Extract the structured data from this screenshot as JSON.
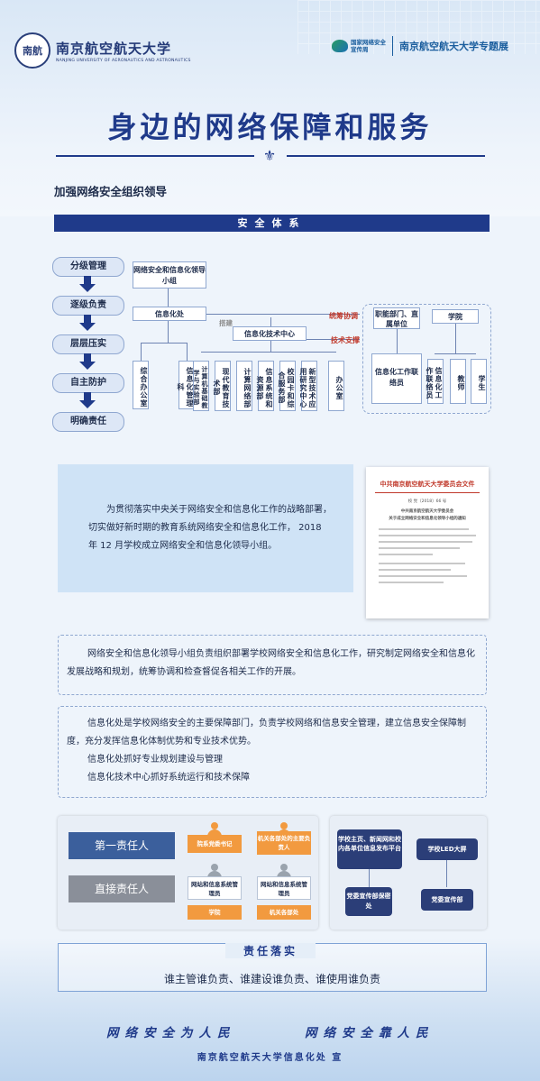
{
  "header": {
    "university_cn": "南京航空航天大学",
    "university_en": "NANJING UNIVERSITY OF AERONAUTICS AND ASTRONAUTICS",
    "seal_text": "南航",
    "org_logo_text_1": "国家网络安全",
    "org_logo_text_2": "宣传周",
    "special_exhibit": "南京航空航天大学专题展"
  },
  "title": "身边的网络保障和服务",
  "section_heading": "加强网络安全组织领导",
  "band_label": "安全体系",
  "diagram": {
    "pills": [
      "分级管理",
      "逐级负责",
      "层层压实",
      "自主防护",
      "明确责任"
    ],
    "leading_group": "网络安全和信息化领导小组",
    "info_office": "信息化处",
    "tech_center": "信息化技术中心",
    "lead_label": "搭建",
    "coord_label": "统筹协调",
    "support_label": "技术支撑",
    "functional_dept": "职能部门、直属单位",
    "college": "学院",
    "office_subs": [
      "综合办公室",
      "信息化管理科"
    ],
    "center_subs": [
      "计算机基础教学与实验部",
      "现代教育技术部",
      "计算网络部",
      "信息系统和资源部",
      "校园卡和综合服务部",
      "新型技术应用研究中心",
      "办公室"
    ],
    "dept_sub": "信息化工作联络员",
    "college_subs": [
      "信息化工作联络员",
      "教师",
      "学生"
    ]
  },
  "intro": {
    "paragraph": "为贯彻落实中央关于网络安全和信息化工作的战略部署，切实做好新时期的教育系统网络安全和信息化工作， 2018 年 12 月学校成立网络安全和信息化领导小组。"
  },
  "document": {
    "header": "中共南京航空航天大学委员会文件",
    "number": "校 党〔2018〕66 号",
    "subject_1": "中共南京航空航天大学委员会",
    "subject_2": "关于成立网络安全和信息化领导小组的通知"
  },
  "box1": {
    "text": "网络安全和信息化领导小组负责组织部署学校网络安全和信息化工作，研究制定网络安全和信息化发展战略和规划，统筹协调和检查督促各相关工作的开展。"
  },
  "box2": {
    "text": "信息化处是学校网络安全的主要保障部门，负责学校网络和信息安全管理，建立信息安全保障制度，充分发挥信息化体制优势和专业技术优势。",
    "line2": "信息化处抓好专业规划建设与管理",
    "line3": "信息化技术中心抓好系统运行和技术保障"
  },
  "responsibility": {
    "first": "第一责任人",
    "direct": "直接责任人",
    "college_leader": "院系党委书记",
    "dept_leader": "机关各部处的主要负责人",
    "college_admin": "网站和信息系统管理员",
    "dept_admin": "网站和信息系统管理员",
    "college_label": "学院",
    "dept_label": "机关各部处",
    "platform": "学校主页、新闻网和校内各单位信息发布平台",
    "led": "学校LED大屏",
    "platform_owner": "党委宣传部保密处",
    "led_owner": "党委宣传部"
  },
  "luoshi": {
    "title": "责任落实",
    "text": "谁主管谁负责、谁建设谁负责、谁使用谁负责"
  },
  "slogans": {
    "left": "网络安全为人民",
    "right": "网络安全靠人民"
  },
  "footer": "南京航空航天大学信息化处 宣",
  "colors": {
    "navy": "#1f3a8a",
    "orange": "#f29a3f",
    "red_label": "#c0392b",
    "light_blue": "#cfe3f6",
    "btn_blue": "#3b5f9c",
    "btn_grey": "#8a8f99"
  }
}
